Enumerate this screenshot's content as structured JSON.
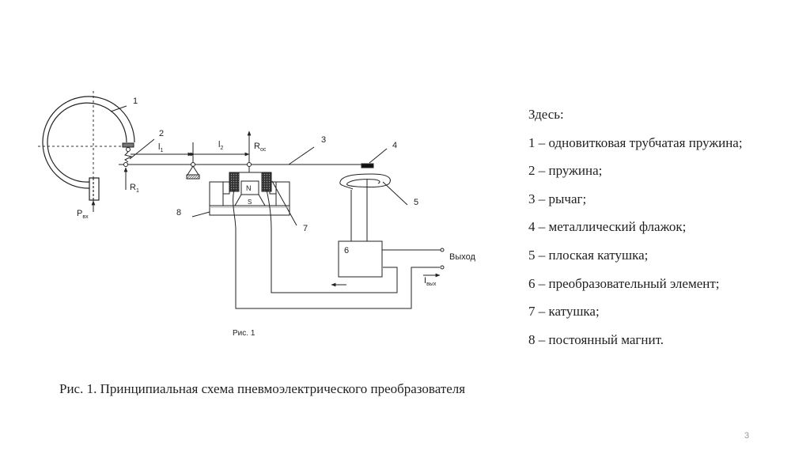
{
  "diagram": {
    "labels": {
      "n1": "1",
      "n2": "2",
      "n3": "3",
      "n4": "4",
      "n5": "5",
      "n6": "6",
      "n7": "7",
      "n8": "8",
      "l1": "l",
      "l1_sub": "1",
      "l2": "l",
      "l2_sub": "2",
      "roc": "R",
      "roc_sub": "ос",
      "r1": "R",
      "r1_sub": "1",
      "pvx": "P",
      "pvx_sub": "вх",
      "north": "N",
      "south": "S",
      "output": "Выход",
      "iout": "I",
      "iout_sub": "вых",
      "fig_label": "Рис. 1"
    }
  },
  "legend": {
    "heading": "Здесь:",
    "items": [
      "1 – одновитковая трубчатая пружина;",
      "2 – пружина;",
      "3 – рычаг;",
      "4 – металлический флажок;",
      "5 – плоская катушка;",
      "6 – преобразовательный элемент;",
      "7 – катушка;",
      "8 – постоянный магнит."
    ]
  },
  "caption": "Рис. 1. Принципиальная схема пневмоэлектрического преобразователя",
  "page_number": "3"
}
